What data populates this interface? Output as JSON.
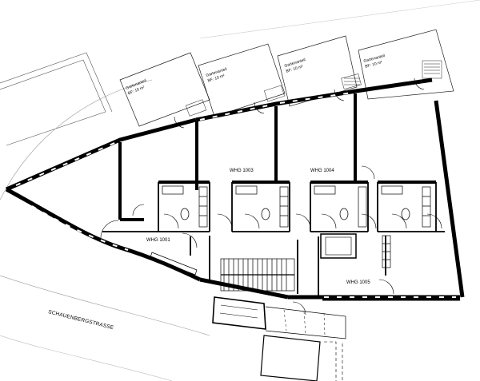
{
  "street_name": "SCHAUENBERGSTRASSE",
  "apartments": [
    {
      "id": "whg1001",
      "label": "WHG 1001"
    },
    {
      "id": "whg1003",
      "label": "WHG 1003"
    },
    {
      "id": "whg1004",
      "label": "WHG 1004"
    },
    {
      "id": "whg1005",
      "label": "WHG 1005"
    }
  ],
  "gardens": [
    {
      "title": "Gartenanteil",
      "area": "BF: 10 m²"
    },
    {
      "title": "Gartenanteil",
      "area": "BF: 10 m²"
    },
    {
      "title": "Gartenanteil",
      "area": "BF: 10 m²"
    },
    {
      "title": "Gartenanteil",
      "area": "BF: 10 m²"
    }
  ]
}
